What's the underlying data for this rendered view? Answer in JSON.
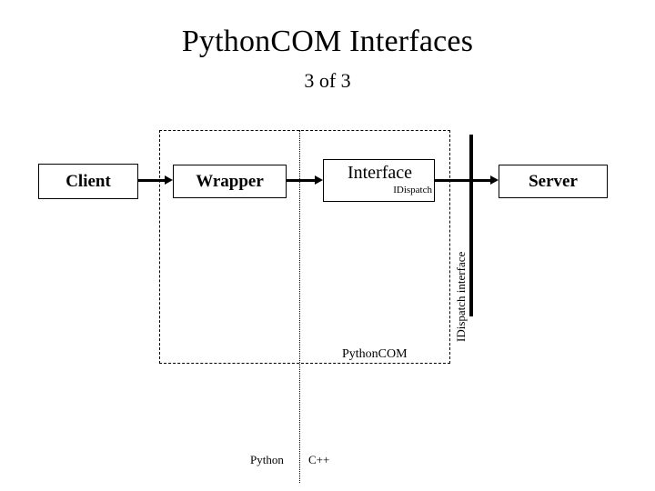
{
  "slide": {
    "title": "PythonCOM Interfaces",
    "subtitle": "3 of 3"
  },
  "boxes": {
    "client": "Client",
    "wrapper": "Wrapper",
    "interface_main": "Interface",
    "interface_sub": "IDispatch",
    "server": "Server"
  },
  "labels": {
    "pythoncom_region": "PythonCOM",
    "dispatch_interface": "IDispatch interface",
    "python_side": "Python",
    "cpp_side": "C++"
  },
  "colors": {
    "background": "#ffffff",
    "ink": "#000000"
  }
}
